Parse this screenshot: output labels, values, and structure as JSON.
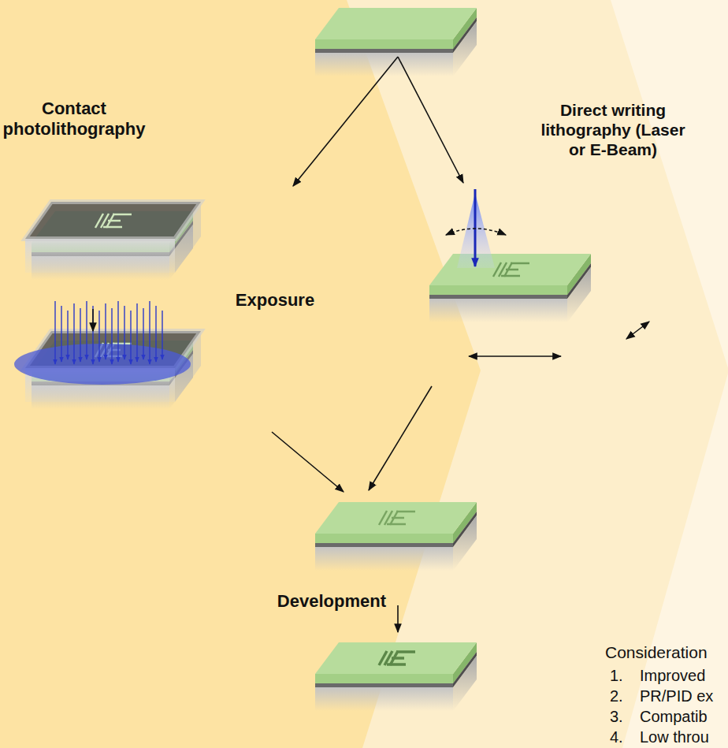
{
  "diagram": {
    "labels": [
      "Contact photolithography",
      "Direct writing lithography (Laser or E-Beam)",
      "Exposure",
      "Development",
      "Consideration",
      "1.",
      "Improved",
      "2.",
      "PR/PID ex",
      "3.",
      "Compatib",
      "4.",
      "Low throu"
    ]
  }
}
